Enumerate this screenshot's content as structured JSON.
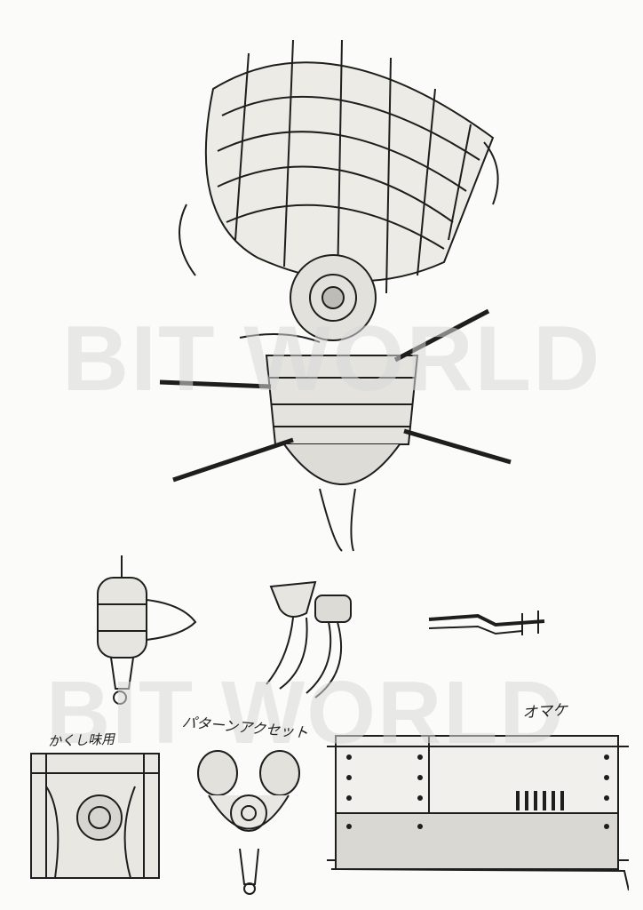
{
  "watermarks": [
    "BIT WORLD",
    "BIT WORLD"
  ],
  "annotations": {
    "hidden_use": "かくし味用",
    "pattern_asset": "パターンアクセット",
    "extra": "オマケ"
  },
  "colors": {
    "ink": "#1e1e1e",
    "paper": "#fbfbf9",
    "watermark": "#d9d9d9"
  }
}
